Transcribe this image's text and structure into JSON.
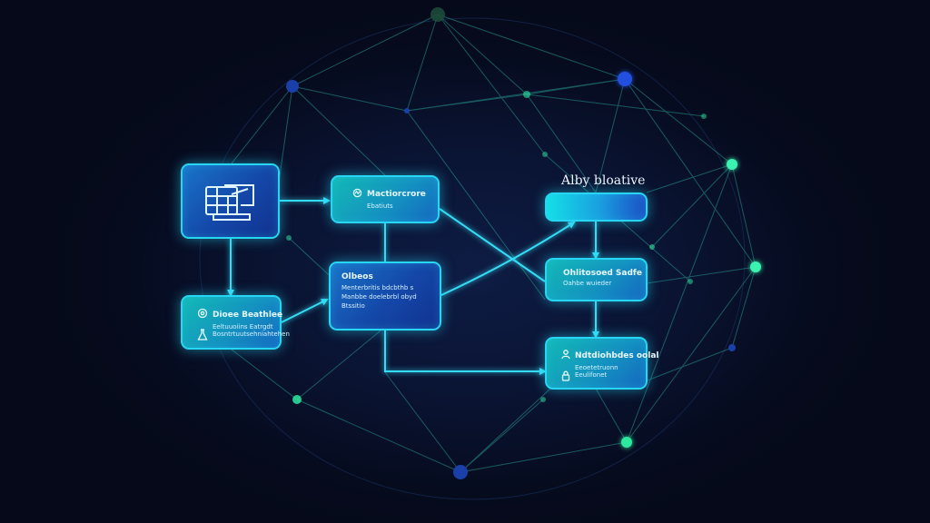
{
  "colors": {
    "background": "#060b1e",
    "accent_cyan": "#27d6f2",
    "network_line": "#2fb8a8",
    "node_green": "#2ee8a0",
    "node_blue": "#1a3fa8"
  },
  "nodes": {
    "database": {
      "icon": "database-stack-icon"
    },
    "top_center": {
      "icon": "network-icon",
      "title": "Mactiorcrore",
      "subtitle": "Ebatiuts"
    },
    "bottom_left": {
      "icon": "gear-icon",
      "title": "Dioee Beathlee",
      "subtitle_1": "Eeltuuoiins Eatrgdt",
      "subtitle_2": "Bosntrtuutsehniahtehen",
      "icon_2": "flask-icon"
    },
    "center": {
      "title": "Olbeos",
      "line_1": "Menterbritis bdcbthb s",
      "line_2": "Manbbe doelebrbl obyd",
      "line_3": "Btssitio"
    },
    "right_label": "Alby bloative",
    "right_mid": {
      "title": "Ohlitosoed Sadfe",
      "subtitle": "Oahbe wuieder"
    },
    "right_bottom": {
      "icon": "person-icon",
      "title": "Ndtdiohbdes oolal",
      "subtitle": "Eeoetetruonn",
      "line_2": "Eeulifonet",
      "icon_2": "lock-icon"
    }
  }
}
